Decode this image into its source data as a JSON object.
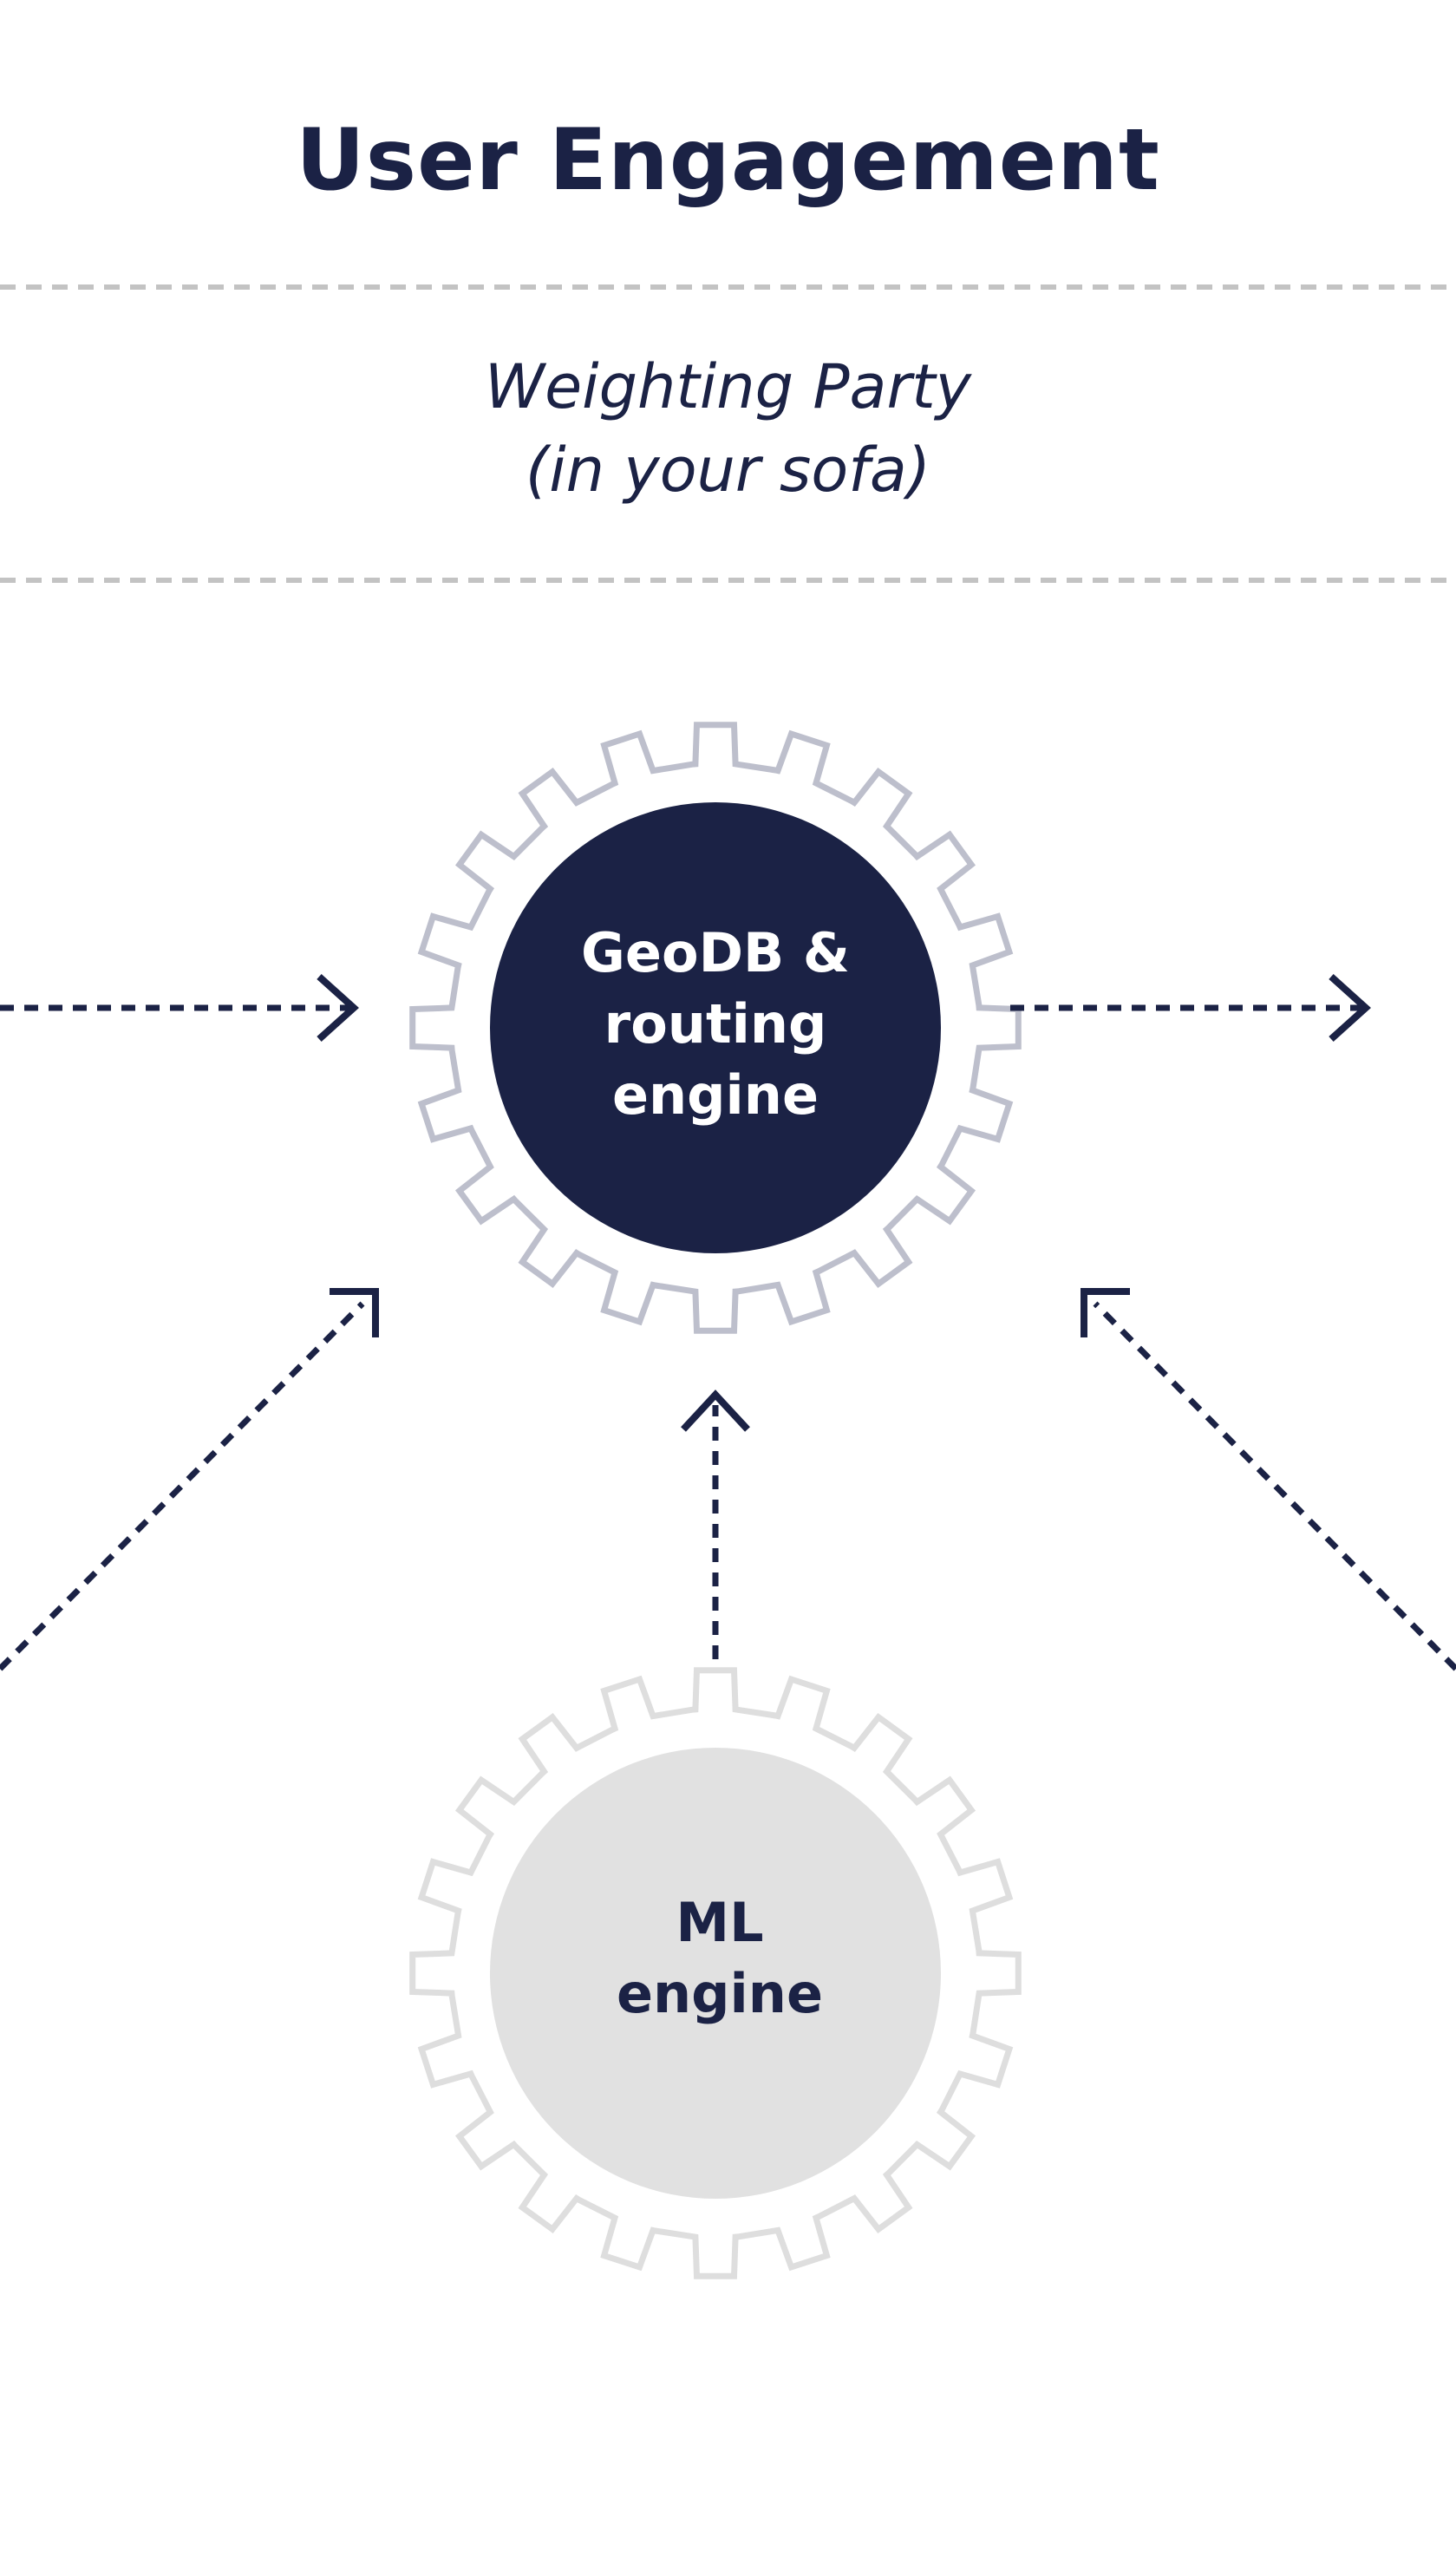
{
  "header": {
    "title": "User Engagement"
  },
  "section": {
    "label_line1": "Weighting Party",
    "label_line2": "(in your sofa)"
  },
  "nodes": {
    "geodb": {
      "line1": "GeoDB &",
      "line2": "routing",
      "line3": "engine"
    },
    "ml": {
      "line1": "ML",
      "line2": "engine"
    }
  },
  "colors": {
    "navy": "#1b2245",
    "gear_outline": "#bdbfcc",
    "gear_outline_faded": "#dedede",
    "ml_fill": "#e1e1e1",
    "divider": "#c3c3c3"
  },
  "icons": {
    "geodb_node": "gear-icon",
    "ml_node": "gear-icon",
    "arrows": "arrow-icon"
  }
}
